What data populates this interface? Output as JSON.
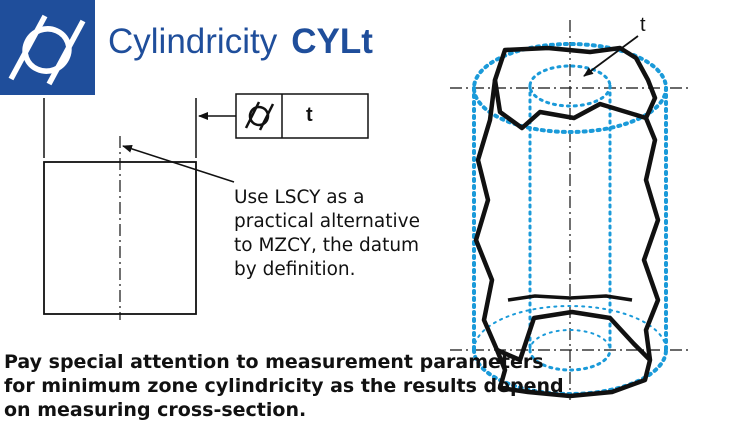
{
  "header": {
    "title": "Cylindricity",
    "code": "CYLt",
    "logo_icon": "cylindricity-symbol-icon",
    "brand_color": "#1f4e9b"
  },
  "feature_control_frame": {
    "symbol_icon": "cylindricity-symbol-icon",
    "tolerance": "t"
  },
  "left_note": {
    "lines": [
      "Use LSCY as a",
      "practical alternative",
      "to MZCY, the datum",
      "by definition."
    ]
  },
  "bottom_note": {
    "lines": [
      "Pay special attention to measurement parameters",
      "for minimum zone cylindricity as the results depend",
      "on measuring cross-section."
    ]
  },
  "cylinder": {
    "tolerance_label": "t",
    "zone_color": "#1a9ad9"
  }
}
